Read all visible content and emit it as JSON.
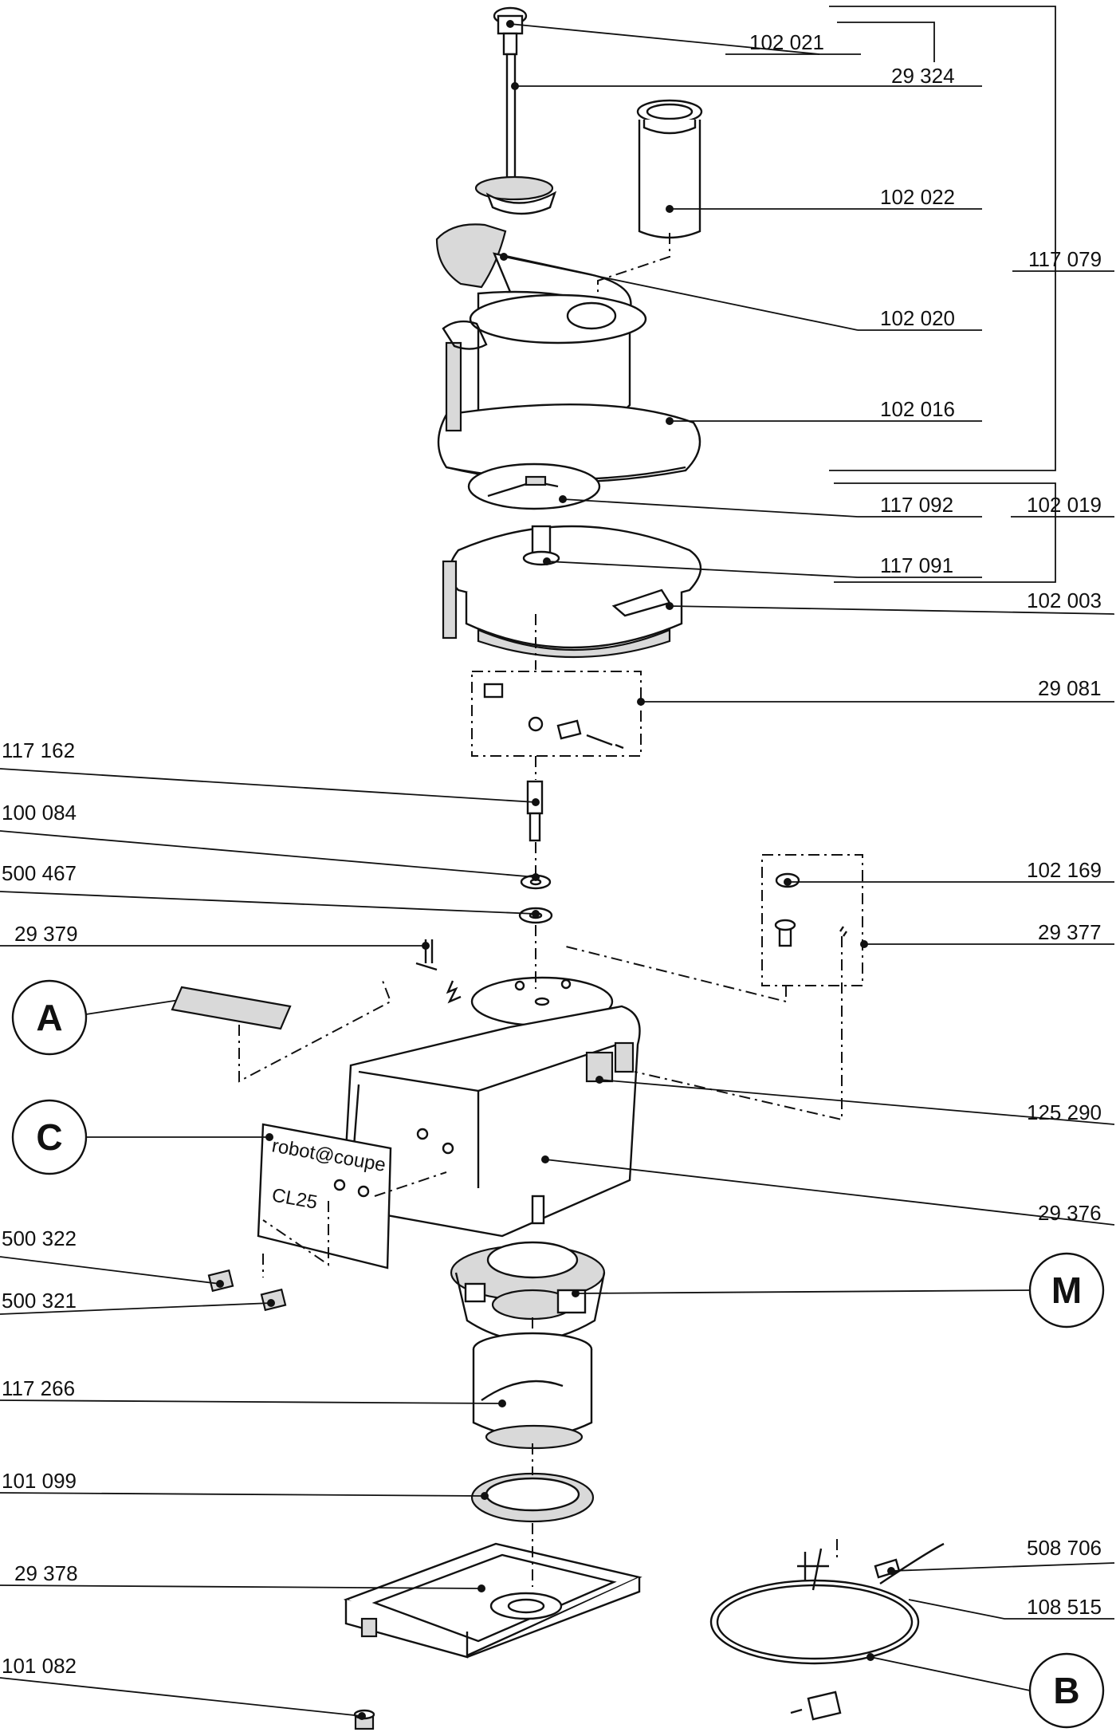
{
  "labels": {
    "p102021": "102 021",
    "p29324": "29 324",
    "p102022": "102 022",
    "p117079": "117 079",
    "p102020": "102 020",
    "p102016": "102 016",
    "p117092": "117 092",
    "p102019": "102 019",
    "p117091": "117 091",
    "p102003": "102 003",
    "p29081": "29 081",
    "p117162": "117 162",
    "p100084": "100 084",
    "p500467": "500 467",
    "p102169": "102 169",
    "p29379": "29 379",
    "p29377": "29 377",
    "p125290": "125 290",
    "p29376": "29 376",
    "p500322": "500 322",
    "p500321": "500 321",
    "p117266": "117 266",
    "p101099": "101 099",
    "p29378": "29 378",
    "p508706": "508 706",
    "p108515": "108 515",
    "p101082": "101 082"
  },
  "callouts": {
    "a": "A",
    "c": "C",
    "m": "M",
    "b": "B"
  },
  "nameplate": {
    "brand": "robot@coupe",
    "model": "CL25"
  }
}
